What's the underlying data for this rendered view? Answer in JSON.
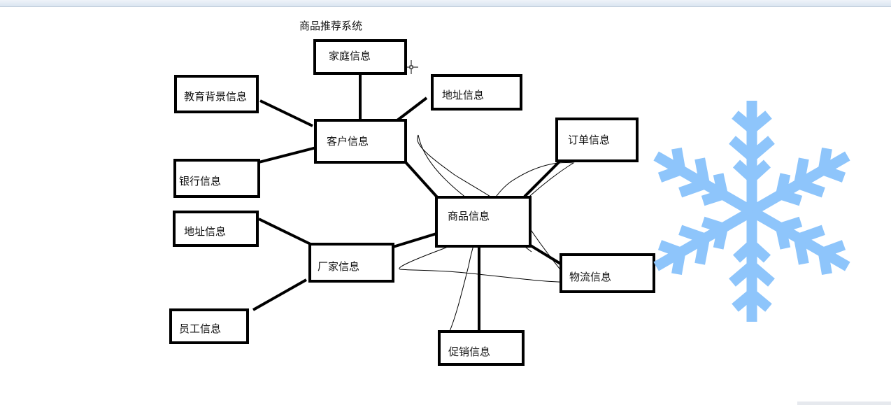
{
  "diagram": {
    "title": "商品推荐系统",
    "nodes": {
      "family": "家庭信息",
      "education": "教育背景信息",
      "address_customer": "地址信息",
      "customer": "客户信息",
      "bank": "银行信息",
      "order": "订单信息",
      "product": "商品信息",
      "address_manufacturer": "地址信息",
      "manufacturer": "厂家信息",
      "logistics": "物流信息",
      "employee": "员工信息",
      "promotion": "促销信息"
    }
  },
  "decorations": {
    "snowflake_icon": "snowflake-icon",
    "snowflake_color": "#8ec5fb",
    "cursor_icon": "crosshair-cursor-icon"
  }
}
